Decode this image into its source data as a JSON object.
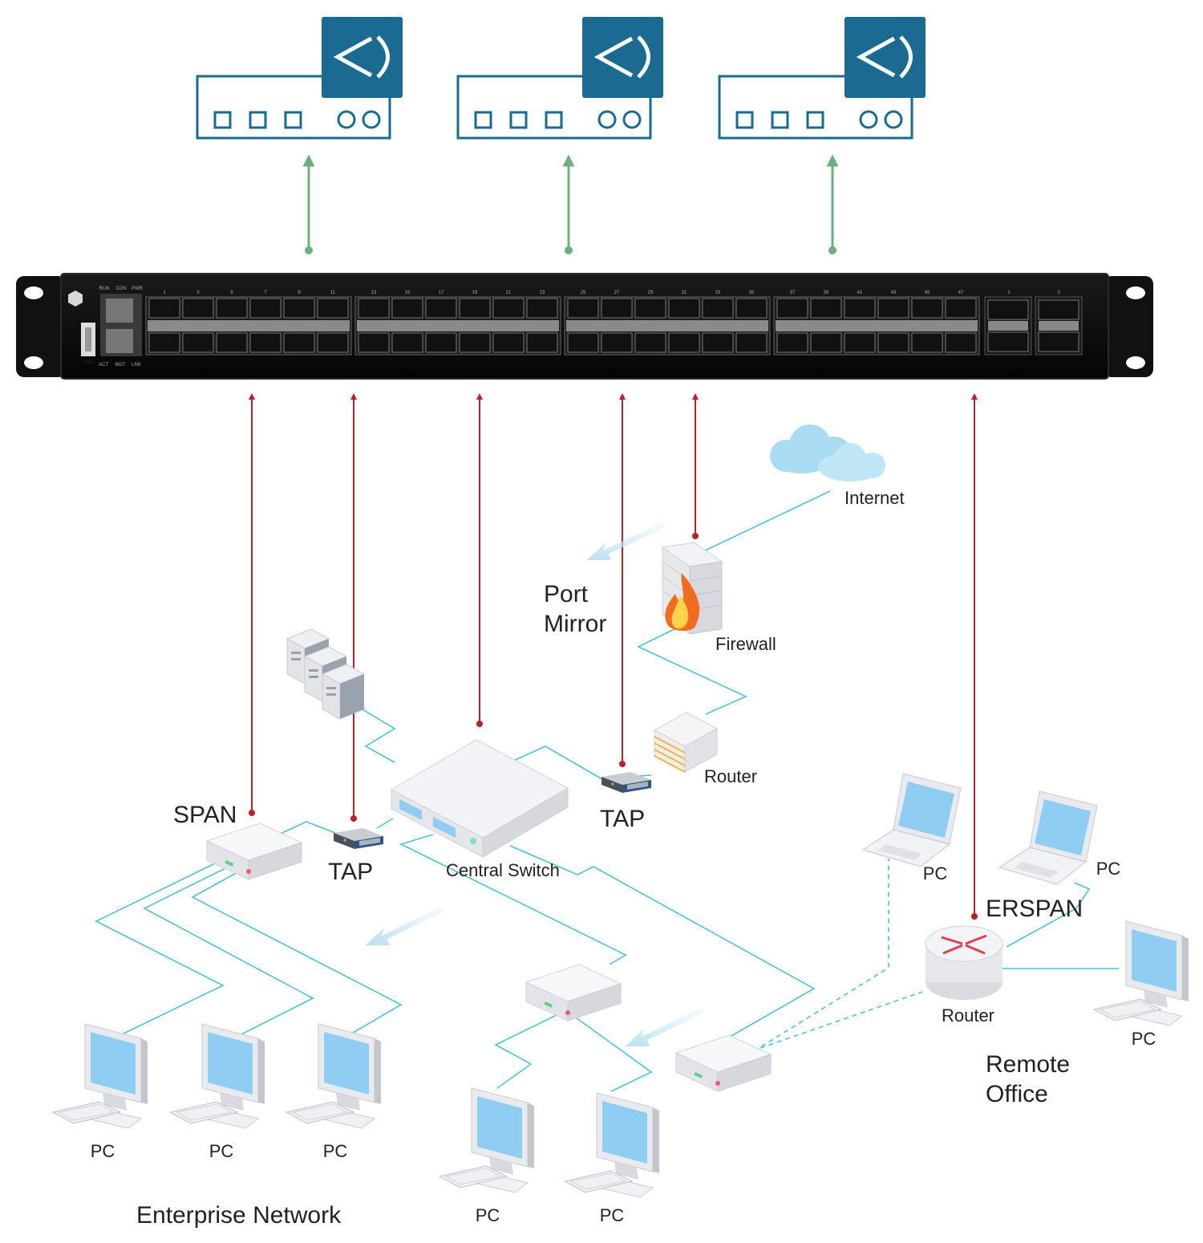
{
  "colors": {
    "tool_blue": "#1a6a92",
    "uplink_green": "#6db07d",
    "tap_red": "#b8202a",
    "link_cyan": "#4fc1d0",
    "pc_screen_blue": "#8fcdf2",
    "cloud_blue": "#a9dcf3"
  },
  "labels": {
    "internet": "Internet",
    "port_mirror_line1": "Port",
    "port_mirror_line2": "Mirror",
    "firewall": "Firewall",
    "router_main": "Router",
    "tap_right": "TAP",
    "tap_left": "TAP",
    "span": "SPAN",
    "central_switch": "Central Switch",
    "erspan": "ERSPAN",
    "router_remote": "Router",
    "remote_office_line1": "Remote",
    "remote_office_line2": "Office",
    "enterprise_network": "Enterprise Network",
    "pc": "PC"
  },
  "switch_panel": {
    "led_labels": [
      "RUN",
      "CON",
      "PWR"
    ],
    "port_labels": [
      "ACT",
      "MGT",
      "LNK"
    ],
    "usb_label": "USB",
    "port_numbers": [
      "1",
      "3",
      "5",
      "7",
      "9",
      "11",
      "13",
      "15",
      "17",
      "19",
      "21",
      "23",
      "25",
      "27",
      "29",
      "31",
      "33",
      "35",
      "37",
      "39",
      "41",
      "43",
      "45",
      "47"
    ],
    "uplink_numbers": [
      "1",
      "3"
    ]
  },
  "icons": {
    "monitoring_tool": "speaker-sound-tool-icon",
    "cloud": "cloud-icon",
    "firewall": "firewall-brick-flame-icon",
    "server_stack": "server-tower-icon",
    "router_rack": "rack-router-icon",
    "tap_device": "network-tap-icon",
    "router_round": "round-router-icon",
    "pc_monitor": "desktop-pc-icon",
    "laptop": "laptop-icon",
    "flow_arrow": "traffic-flow-arrow-icon"
  }
}
